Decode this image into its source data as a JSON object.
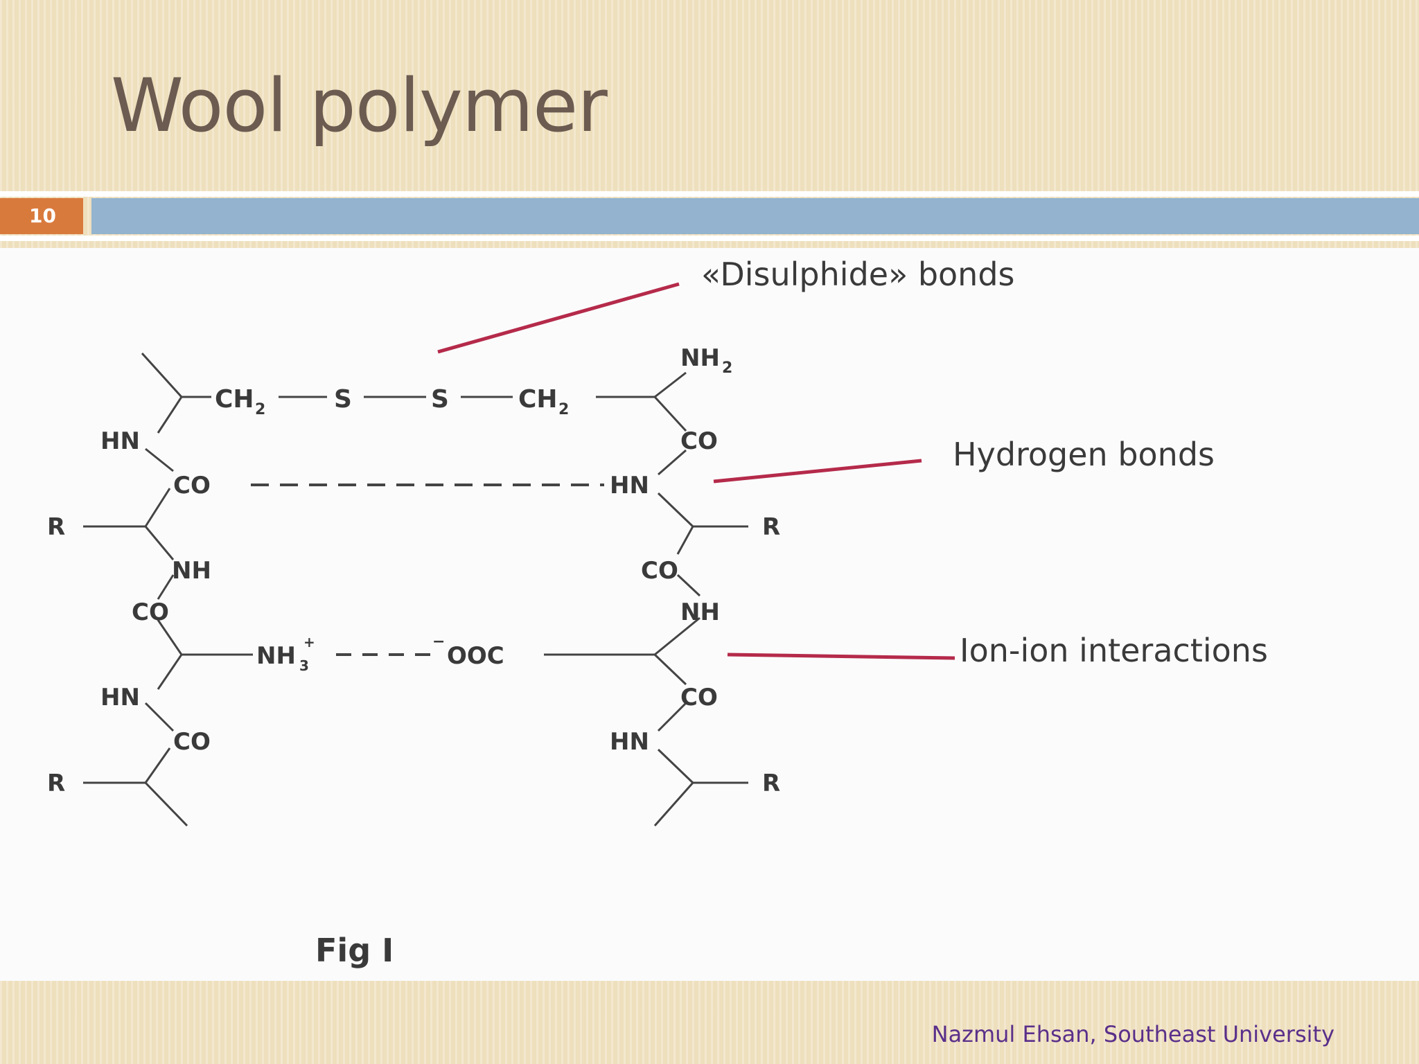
{
  "slide": {
    "title": "Wool polymer",
    "number": "10",
    "footer": "Nazmul Ehsan, Southeast University"
  },
  "figure": {
    "annotations": {
      "disulphide": "«Disulphide» bonds",
      "hydrogen": "Hydrogen bonds",
      "ion": "Ion-ion interactions"
    },
    "caption": "Fig I",
    "left_chain": {
      "ch2": "CH",
      "s": "S",
      "hn1": "HN",
      "co1": "CO",
      "r1": "R",
      "nh": "NH",
      "co2": "CO",
      "nh3": "NH",
      "hn2": "HN",
      "co3": "CO",
      "r2": "R"
    },
    "right_chain": {
      "s": "S",
      "ch2": "CH",
      "nh2": "NH",
      "co1": "CO",
      "hn1": "HN",
      "r1": "R",
      "co2": "CO",
      "nh": "NH",
      "ooc": "OOC",
      "co3": "CO",
      "hn2": "HN",
      "r2": "R"
    },
    "sub2": "2",
    "sub3": "3",
    "plus": "+",
    "minus": "−",
    "colors": {
      "leader": "#b52a4a",
      "bond": "#444444"
    }
  }
}
